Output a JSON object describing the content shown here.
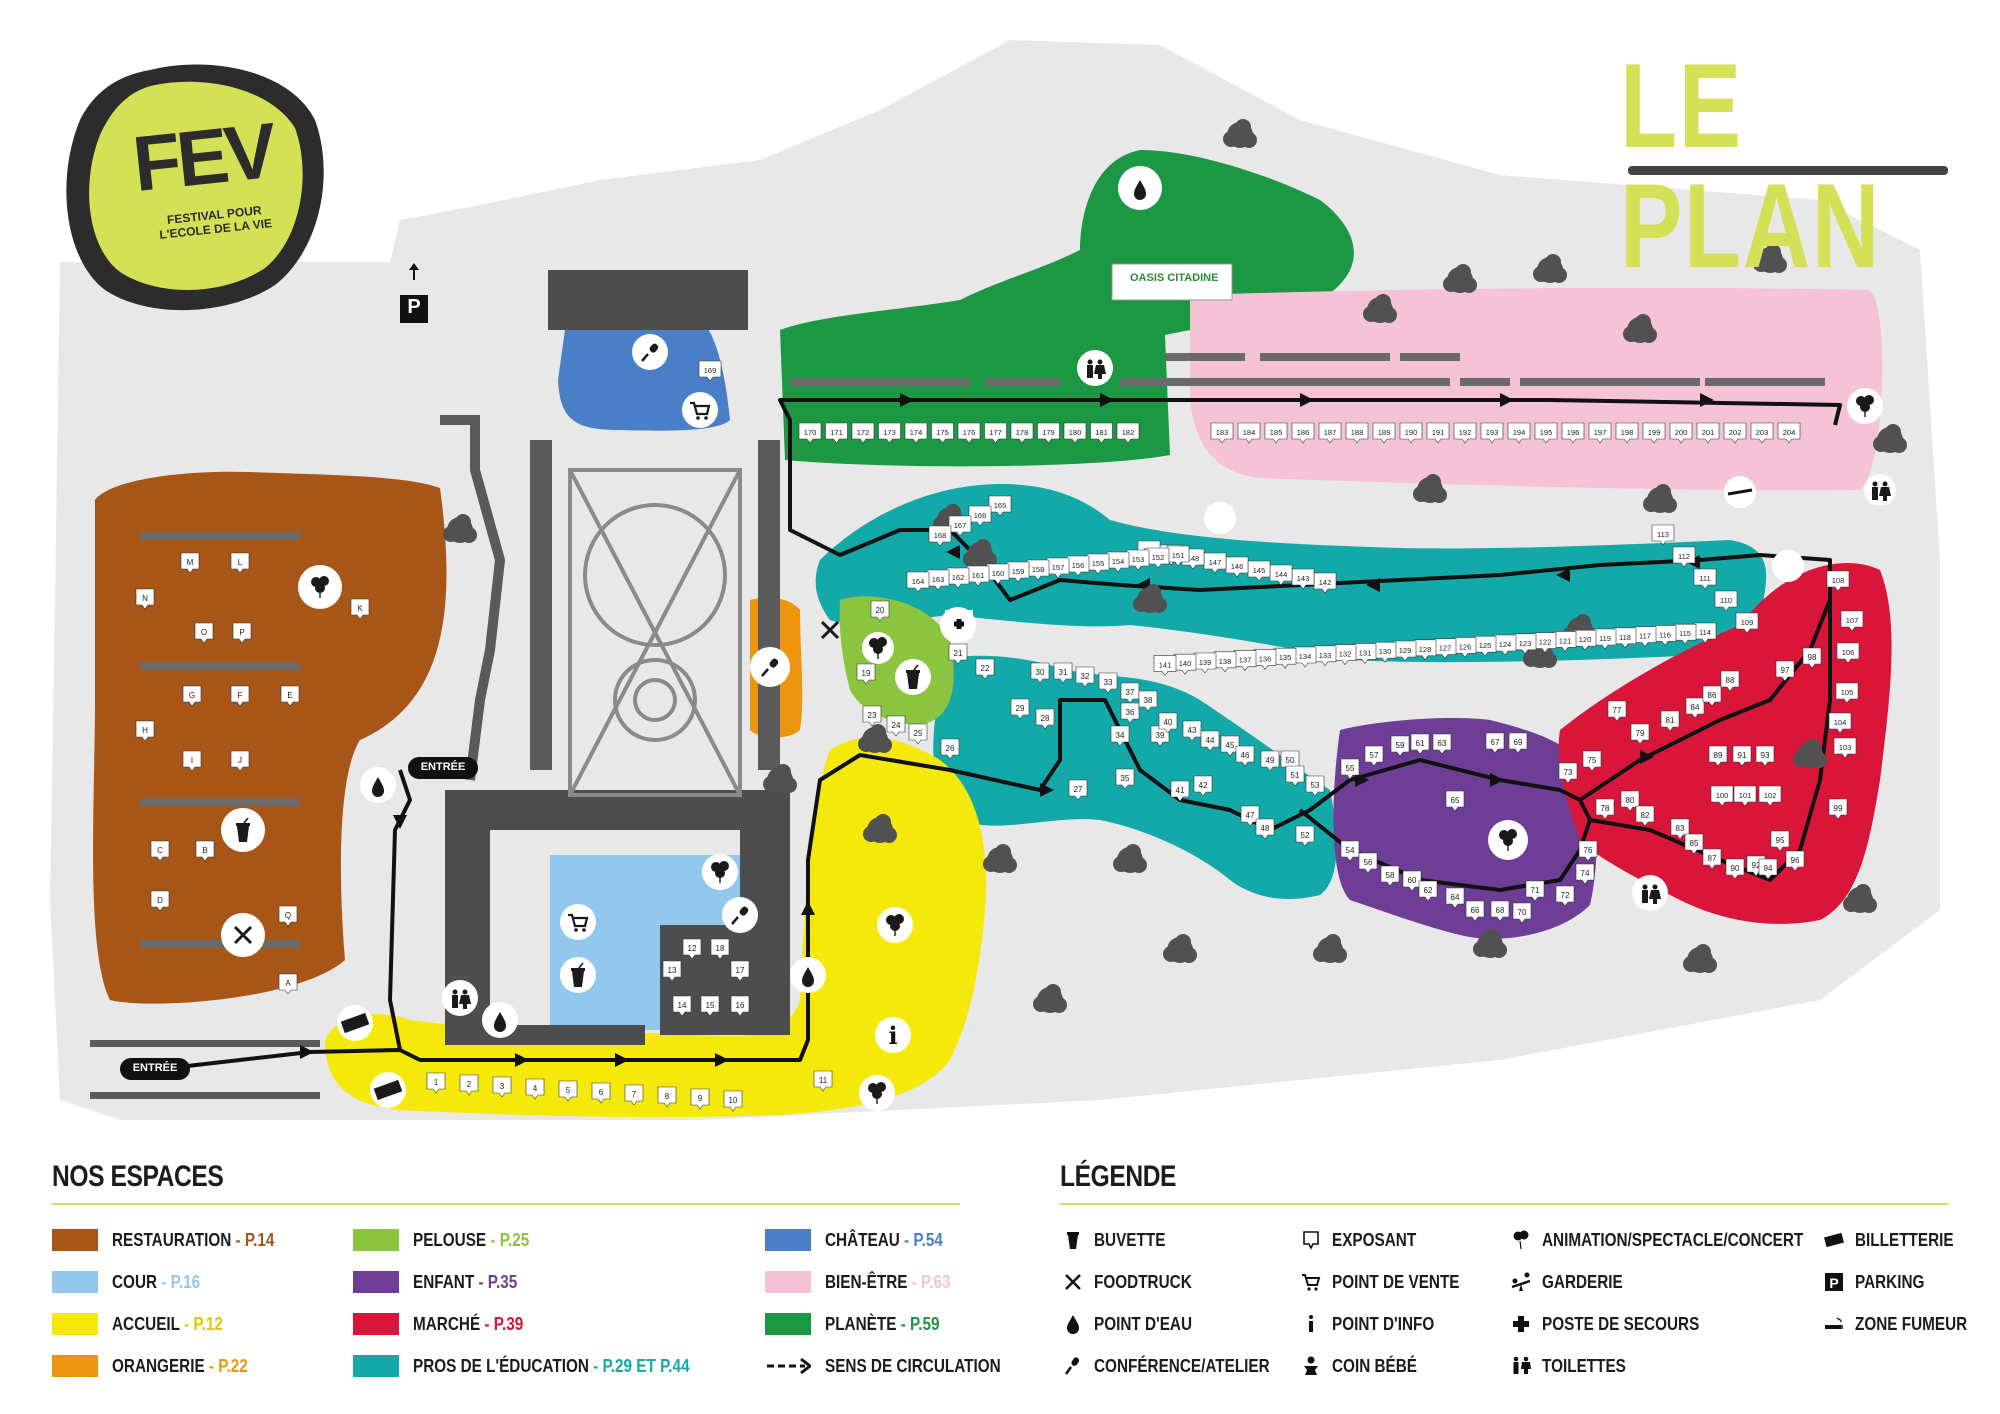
{
  "title": "LE PLAN",
  "logo": {
    "name": "FEV",
    "tagline": "FESTIVAL POUR L'ECOLE DE LA VIE"
  },
  "map_labels": {
    "entree": "ENTRÉE",
    "parking_p": "P",
    "oasis": "OASIS CITADINE",
    "info": "i"
  },
  "stands": {
    "restauration": [
      "M",
      "L",
      "N",
      "K",
      "O",
      "P",
      "G",
      "F",
      "E",
      "H",
      "I",
      "J",
      "C",
      "B",
      "D",
      "Q",
      "A"
    ],
    "accueil": [
      "1",
      "2",
      "3",
      "4",
      "5",
      "6",
      "7",
      "8",
      "9",
      "10",
      "11"
    ],
    "cour": [
      "12",
      "13",
      "14",
      "15",
      "16",
      "17",
      "18"
    ],
    "pelouse": [
      "19",
      "20",
      "21",
      "22",
      "23",
      "24",
      "25",
      "26"
    ],
    "chateau": [
      "169"
    ],
    "pros_lower": [
      "27",
      "28",
      "29",
      "30",
      "31",
      "32",
      "33",
      "34",
      "35",
      "36",
      "37",
      "38",
      "39",
      "40",
      "41",
      "42",
      "43",
      "44",
      "45",
      "46",
      "47",
      "48",
      "49",
      "50",
      "51",
      "52",
      "53"
    ],
    "enfant": [
      "54",
      "55",
      "56",
      "57",
      "58",
      "59",
      "60",
      "61",
      "62",
      "63",
      "64",
      "65",
      "66",
      "67",
      "68",
      "69",
      "70",
      "71",
      "72",
      "73",
      "74",
      "76"
    ],
    "marche": [
      "75",
      "77",
      "78",
      "79",
      "80",
      "81",
      "82",
      "83",
      "84",
      "85",
      "86",
      "87",
      "88",
      "89",
      "90",
      "91",
      "92",
      "93",
      "94",
      "95",
      "96",
      "97",
      "98",
      "99",
      "100",
      "101",
      "102",
      "103",
      "104",
      "105",
      "106",
      "107",
      "108"
    ],
    "pros_upper": [
      "109",
      "110",
      "111",
      "112",
      "113",
      "114",
      "115",
      "116",
      "117",
      "118",
      "119",
      "120",
      "121",
      "122",
      "123",
      "124",
      "125",
      "126",
      "127",
      "128",
      "129",
      "130",
      "131",
      "132",
      "133",
      "134",
      "135",
      "136",
      "137",
      "138",
      "139",
      "140",
      "141",
      "142",
      "143",
      "144",
      "145",
      "146",
      "147",
      "148",
      "149",
      "150",
      "151",
      "152",
      "153",
      "154",
      "155",
      "156",
      "157",
      "158",
      "159",
      "160",
      "161",
      "162",
      "163",
      "164",
      "165",
      "166",
      "167",
      "168"
    ],
    "planete": [
      "170",
      "171",
      "172",
      "173",
      "174",
      "175",
      "176",
      "177",
      "178",
      "179",
      "180",
      "181",
      "182"
    ],
    "bien_etre": [
      "183",
      "184",
      "185",
      "186",
      "187",
      "188",
      "189",
      "190",
      "191",
      "192",
      "193",
      "194",
      "195",
      "196",
      "197",
      "198",
      "199",
      "200",
      "201",
      "202",
      "203",
      "204"
    ]
  },
  "nos_espaces": {
    "title": "NOS ESPACES",
    "items": [
      {
        "label": "RESTAURATION",
        "page": " - P.14",
        "color": "#a85518",
        "page_color": "#a85518"
      },
      {
        "label": "COUR",
        "page": " - P.16",
        "color": "#93c8ee",
        "page_color": "#93c8ee"
      },
      {
        "label": "ACCUEIL",
        "page": " - P.12",
        "color": "#f5e90b",
        "page_color": "#e7c400"
      },
      {
        "label": "ORANGERIE",
        "page": " - P.22",
        "color": "#ee9510",
        "page_color": "#ee9510"
      },
      {
        "label": "PELOUSE",
        "page": " - P.25",
        "color": "#8bc43f",
        "page_color": "#8bc43f"
      },
      {
        "label": "ENFANT",
        "page": " - P.35",
        "color": "#6e3d96",
        "page_color": "#6e3d96"
      },
      {
        "label": "MARCHÉ",
        "page": " - P.39",
        "color": "#d9163a",
        "page_color": "#d9163a"
      },
      {
        "label": "PROS DE L'ÉDUCATION",
        "page": " - P.29 ET P.44",
        "color": "#13a9a9",
        "page_color": "#13a9a9"
      },
      {
        "label": "CHÂTEAU",
        "page": " - P.54",
        "color": "#4a7fc8",
        "page_color": "#4a7fc8"
      },
      {
        "label": "BIEN-ÊTRE",
        "page": " - P.63",
        "color": "#f6c2d6",
        "page_color": "#f6c2d6"
      },
      {
        "label": "PLANÈTE",
        "page": " - P.59",
        "color": "#1c9744",
        "page_color": "#1c9744"
      },
      {
        "label": "SENS DE CIRCULATION",
        "page": "",
        "color": "#000000",
        "page_color": "#000000"
      }
    ]
  },
  "legende": {
    "title": "LÉGENDE",
    "items": [
      {
        "label": "BUVETTE",
        "icon": "cup-icon"
      },
      {
        "label": "FOODTRUCK",
        "icon": "cutlery-icon"
      },
      {
        "label": "POINT D'EAU",
        "icon": "water-drop-icon"
      },
      {
        "label": "CONFÉRENCE/ATELIER",
        "icon": "microphone-icon"
      },
      {
        "label": "EXPOSANT",
        "icon": "exhibitor-flag-icon"
      },
      {
        "label": "POINT DE VENTE",
        "icon": "shopping-cart-icon"
      },
      {
        "label": "POINT D'INFO",
        "icon": "info-icon"
      },
      {
        "label": "COIN BÉBÉ",
        "icon": "baby-icon"
      },
      {
        "label": "ANIMATION/SPECTACLE/CONCERT",
        "icon": "balloons-icon"
      },
      {
        "label": "GARDERIE",
        "icon": "seesaw-icon"
      },
      {
        "label": "POSTE DE SECOURS",
        "icon": "first-aid-icon"
      },
      {
        "label": "TOILETTES",
        "icon": "toilets-icon"
      },
      {
        "label": "BILLETTERIE",
        "icon": "ticket-icon"
      },
      {
        "label": "PARKING",
        "icon": "parking-icon"
      },
      {
        "label": "ZONE FUMEUR",
        "icon": "smoking-icon"
      }
    ]
  }
}
